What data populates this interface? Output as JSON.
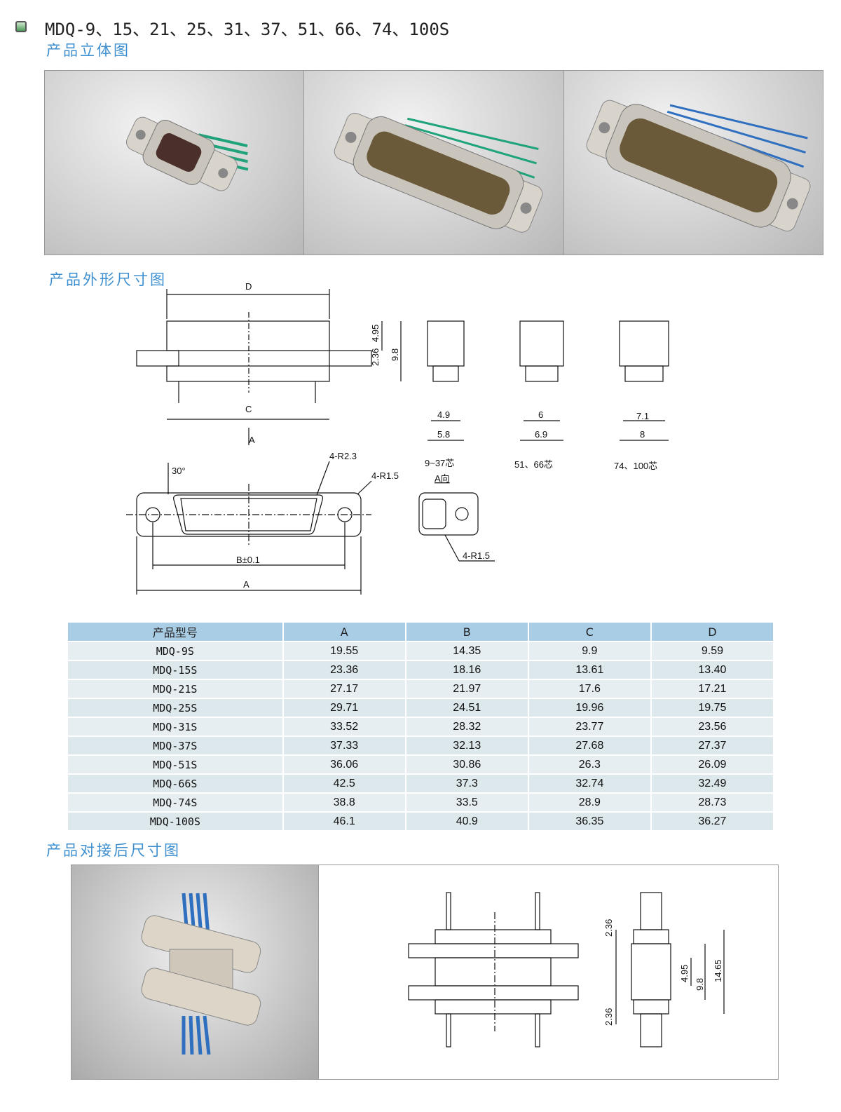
{
  "header": {
    "title": "MDQ-9、15、21、25、31、37、51、66、74、100S",
    "bullet_icon": "green-square-bullet-icon"
  },
  "sections": {
    "photos": "产品立体图",
    "dimensions": "产品外形尺寸图",
    "mated": "产品对接后尺寸图"
  },
  "drawing": {
    "side": {
      "D": "D",
      "d495": "4.95",
      "d236": "2.36",
      "d98": "9.8",
      "C": "C",
      "A_arrow": "A"
    },
    "end_views": [
      {
        "inner": "4.9",
        "outer": "5.8",
        "label": "9~37芯"
      },
      {
        "inner": "6",
        "outer": "6.9",
        "label": "51、66芯"
      },
      {
        "inner": "7.1",
        "outer": "8",
        "label": "74、100芯"
      }
    ],
    "front": {
      "angle": "30°",
      "r23": "4-R2.3",
      "r15": "4-R1.5",
      "B": "B±0.1",
      "A": "A"
    },
    "a_view": {
      "label": "A向",
      "r15": "4-R1.5"
    }
  },
  "table": {
    "headers": [
      "产品型号",
      "A",
      "B",
      "C",
      "D"
    ],
    "rows": [
      [
        "MDQ-9S",
        "19.55",
        "14.35",
        "9.9",
        "9.59"
      ],
      [
        "MDQ-15S",
        "23.36",
        "18.16",
        "13.61",
        "13.40"
      ],
      [
        "MDQ-21S",
        "27.17",
        "21.97",
        "17.6",
        "17.21"
      ],
      [
        "MDQ-25S",
        "29.71",
        "24.51",
        "19.96",
        "19.75"
      ],
      [
        "MDQ-31S",
        "33.52",
        "28.32",
        "23.77",
        "23.56"
      ],
      [
        "MDQ-37S",
        "37.33",
        "32.13",
        "27.68",
        "27.37"
      ],
      [
        "MDQ-51S",
        "36.06",
        "30.86",
        "26.3",
        "26.09"
      ],
      [
        "MDQ-66S",
        "42.5",
        "37.3",
        "32.74",
        "32.49"
      ],
      [
        "MDQ-74S",
        "38.8",
        "33.5",
        "28.9",
        "28.73"
      ],
      [
        "MDQ-100S",
        "46.1",
        "40.9",
        "36.35",
        "36.27"
      ]
    ]
  },
  "mated": {
    "top236": "2.36",
    "bot236": "2.36",
    "d495": "4.95",
    "d98": "9.8",
    "d1465": "14.65"
  },
  "colors": {
    "accent": "#3d8fcf",
    "header_bg": "#aacde6",
    "row_bg": "#e6eef1",
    "green_pins": "#1fa37a",
    "blue_pins": "#2f6fc0"
  }
}
